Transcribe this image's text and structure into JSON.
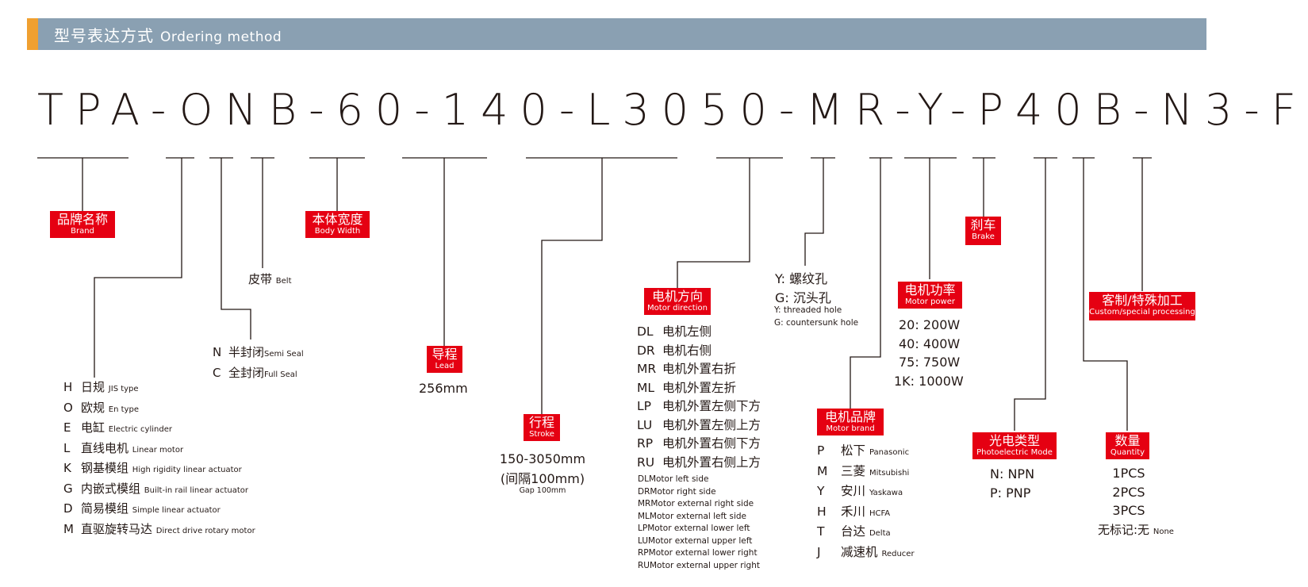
{
  "header": {
    "title_cn": "型号表达方式",
    "title_en": "Ordering method"
  },
  "model_code": "TPA-ONB-60-140-L3050-MR-Y-P40B-N3-F",
  "tags": {
    "brand": {
      "cn": "品牌名称",
      "en": "Brand"
    },
    "body_width": {
      "cn": "本体宽度",
      "en": "Body Width"
    },
    "lead": {
      "cn": "导程",
      "en": "Lead"
    },
    "stroke": {
      "cn": "行程",
      "en": "Stroke"
    },
    "motor_direction": {
      "cn": "电机方向",
      "en": "Motor direction"
    },
    "motor_brand": {
      "cn": "电机品牌",
      "en": "Motor brand"
    },
    "motor_power": {
      "cn": "电机功率",
      "en": "Motor power"
    },
    "brake": {
      "cn": "刹车",
      "en": "Brake"
    },
    "photoelectric": {
      "cn": "光电类型",
      "en": "Photoelectric Mode"
    },
    "custom": {
      "cn": "客制/特殊加工",
      "en": "Custom/special processing"
    },
    "quantity": {
      "cn": "数量",
      "en": "Quantity"
    }
  },
  "belt": {
    "cn": "皮带",
    "en": "Belt"
  },
  "seal": [
    {
      "code": "N",
      "cn": "半封闭",
      "en": "Semi Seal"
    },
    {
      "code": "C",
      "cn": "全封闭",
      "en": "Full Seal"
    }
  ],
  "types": [
    {
      "code": "H",
      "cn": "日规",
      "en": "JIS type"
    },
    {
      "code": "O",
      "cn": "欧规",
      "en": "En type"
    },
    {
      "code": "E",
      "cn": "电缸",
      "en": "Electric cylinder"
    },
    {
      "code": "L",
      "cn": "直线电机",
      "en": "Linear motor"
    },
    {
      "code": "K",
      "cn": "钢基模组",
      "en": "High rigidity linear actuator"
    },
    {
      "code": "G",
      "cn": "内嵌式模组",
      "en": "Built-in rail linear actuator"
    },
    {
      "code": "D",
      "cn": "简易模组",
      "en": "Simple linear actuator"
    },
    {
      "code": "M",
      "cn": "直驱旋转马达",
      "en": "Direct drive rotary motor"
    }
  ],
  "lead_value": "256mm",
  "stroke_values": {
    "range": "150-3050mm",
    "gap_cn": "(间隔100mm)",
    "gap_en": "Gap 100mm"
  },
  "directions_cn": [
    {
      "code": "DL",
      "cn": "电机左侧"
    },
    {
      "code": "DR",
      "cn": "电机右侧"
    },
    {
      "code": "MR",
      "cn": "电机外置右折"
    },
    {
      "code": "ML",
      "cn": "电机外置左折"
    },
    {
      "code": "LP",
      "cn": "电机外置左侧下方"
    },
    {
      "code": "LU",
      "cn": "电机外置左侧上方"
    },
    {
      "code": "RP",
      "cn": "电机外置右侧下方"
    },
    {
      "code": "RU",
      "cn": "电机外置右侧上方"
    }
  ],
  "directions_en": [
    {
      "code": "DL",
      "en": "Motor left side"
    },
    {
      "code": "DR",
      "en": "Motor right  side"
    },
    {
      "code": "MR",
      "en": "Motor external right side"
    },
    {
      "code": "ML",
      "en": "Motor external left side"
    },
    {
      "code": "LP",
      "en": "Motor external lower left"
    },
    {
      "code": "LU",
      "en": "Motor external upper left"
    },
    {
      "code": "RP",
      "en": "Motor external lower right"
    },
    {
      "code": "RU",
      "en": "Motor external upper right"
    }
  ],
  "holes": {
    "y": "Y: 螺纹孔",
    "g": "G: 沉头孔",
    "y_en": "Y: threaded hole",
    "g_en": "G: countersunk hole"
  },
  "motor_brands": [
    {
      "code": "P",
      "cn": "松下",
      "en": "Panasonic"
    },
    {
      "code": "M",
      "cn": "三菱",
      "en": "Mitsubishi"
    },
    {
      "code": "Y",
      "cn": "安川",
      "en": "Yaskawa"
    },
    {
      "code": "H",
      "cn": "禾川",
      "en": "HCFA"
    },
    {
      "code": "T",
      "cn": "台达",
      "en": "Delta"
    },
    {
      "code": "J",
      "cn": "减速机",
      "en": "Reducer"
    }
  ],
  "powers": [
    "20: 200W",
    "40: 400W",
    "75: 750W",
    "1K: 1000W"
  ],
  "photo_types": [
    "N: NPN",
    "P: PNP"
  ],
  "quantities": [
    "1PCS",
    "2PCS",
    "3PCS"
  ],
  "quantity_none": {
    "cn": "无标记:无",
    "en": "None"
  }
}
